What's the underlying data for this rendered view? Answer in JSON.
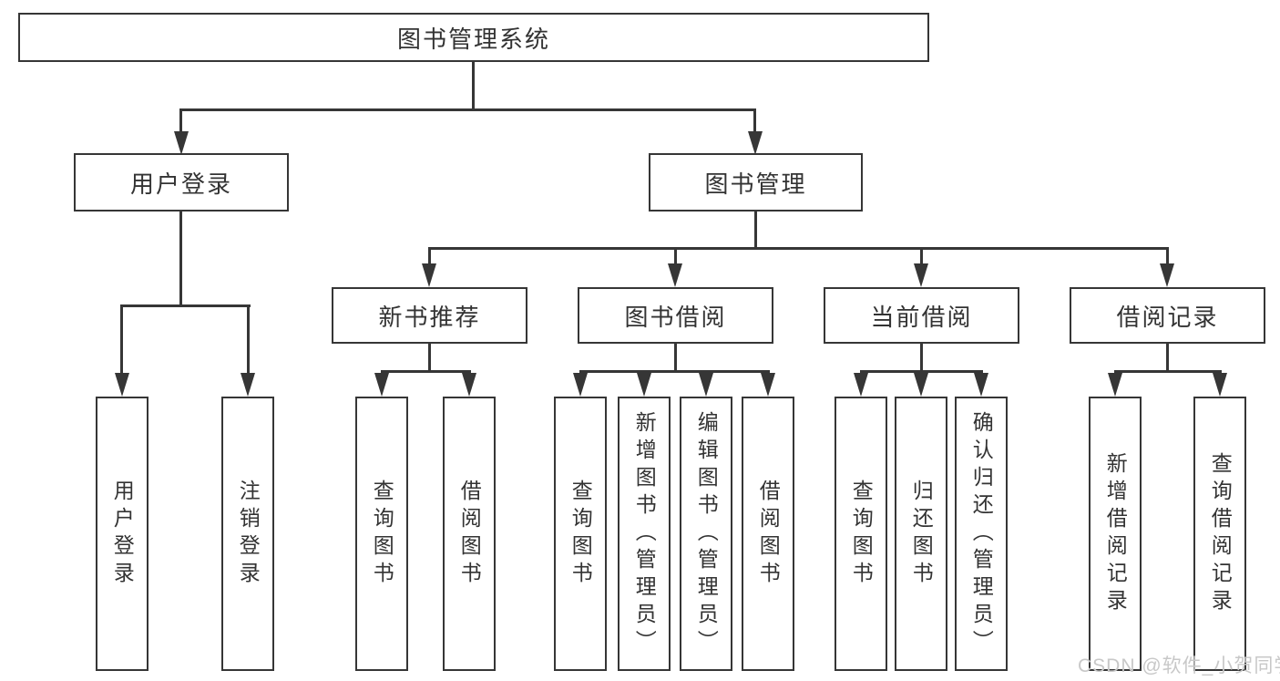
{
  "diagram": {
    "type": "hierarchy-function-structure",
    "colors": {
      "line": "#363636",
      "box_border": "#363636",
      "text": "#333333",
      "background": "#ffffff",
      "watermark": "#c8c8c8"
    },
    "tree": {
      "label": "图书管理系统",
      "children": [
        {
          "label": "用户登录",
          "children": [
            {
              "label": "用户登录"
            },
            {
              "label": "注销登录"
            }
          ]
        },
        {
          "label": "图书管理",
          "children": [
            {
              "label": "新书推荐",
              "children": [
                {
                  "label": "查询图书"
                },
                {
                  "label": "借阅图书"
                }
              ]
            },
            {
              "label": "图书借阅",
              "children": [
                {
                  "label": "查询图书"
                },
                {
                  "label": "新增图书（管理员）"
                },
                {
                  "label": "编辑图书（管理员）"
                },
                {
                  "label": "借阅图书"
                }
              ]
            },
            {
              "label": "当前借阅",
              "children": [
                {
                  "label": "查询图书"
                },
                {
                  "label": "归还图书"
                },
                {
                  "label": "确认归还（管理员）"
                }
              ]
            },
            {
              "label": "借阅记录",
              "children": [
                {
                  "label": "新增借阅记录"
                },
                {
                  "label": "查询借阅记录"
                }
              ]
            }
          ]
        }
      ]
    }
  },
  "watermark": {
    "text": "CSDN @软件_小贺同学"
  }
}
